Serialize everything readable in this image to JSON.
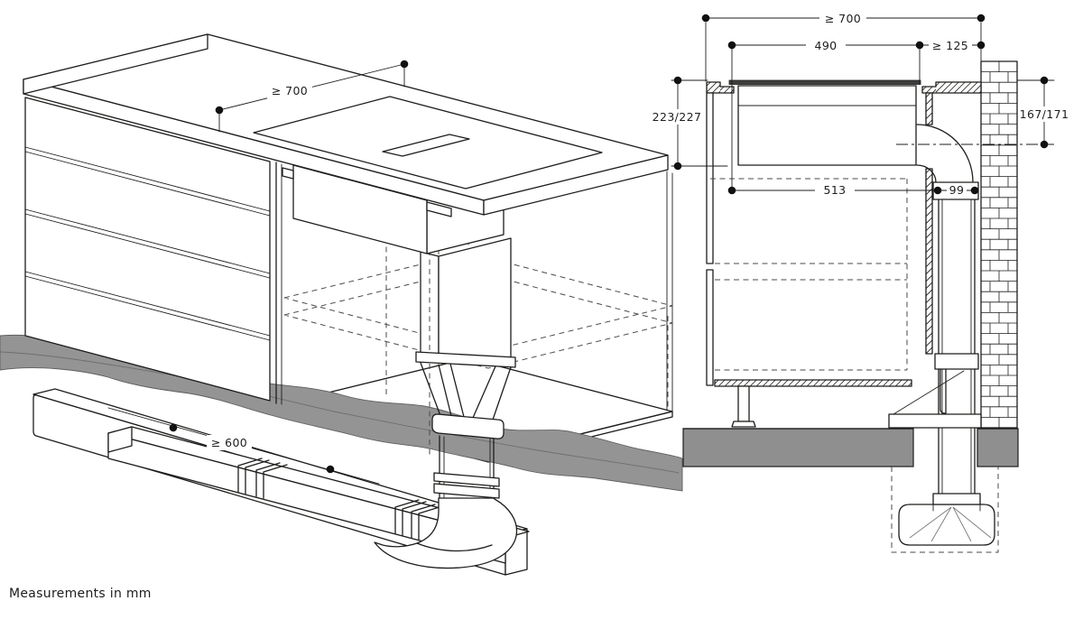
{
  "footer": {
    "note": "Measurements in mm"
  },
  "colors": {
    "line": "#1d1d1b",
    "glass": "#3e3e3e",
    "floor": "#8f8f8f",
    "debris_band": "#949494",
    "shelf": "#d2d2d2"
  },
  "isometric_view": {
    "dimensions": {
      "worktop_width_min": "≥ 700",
      "duct_run_min": "≥ 600"
    }
  },
  "section_view": {
    "dimensions": {
      "worktop_width_min": "≥ 700",
      "cutout_width": "490",
      "side_clearance_min": "≥ 125",
      "height_below_worktop": "223/227",
      "outlet_drop": "167/171",
      "niche_depth": "513",
      "duct_depth": "99"
    }
  }
}
